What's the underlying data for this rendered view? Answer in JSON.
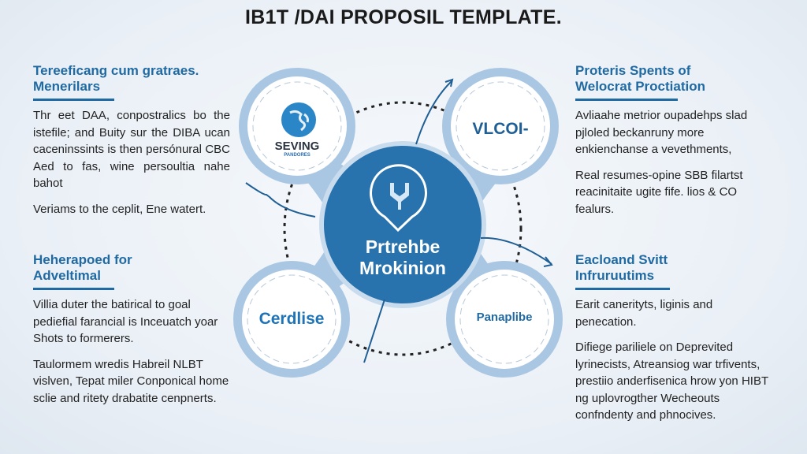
{
  "title": "IB1T /DAI PROPOSIL TEMPLATE.",
  "panels": [
    {
      "heading": [
        "Tereeficang cum gratraes.",
        "Menerilars"
      ],
      "paragraphs": [
        "Thr eet DAA, conpostralics bo the istefile; and Buity sur the DIBA ucan caceninssints is then persónural CBC Aed to fas, wine persoultia nahe bahot",
        "Veriams to the ceplit, Ene watert."
      ]
    },
    {
      "heading": [
        "Heherapoed for",
        "Adveltimal"
      ],
      "paragraphs": [
        "Villia duter the batirical to goal pediefial farancial is Inceuatch yoar Shots to formerers.",
        "Taulormem wredis Habreil NLBT vislven, Tepat miler Conponical home sclie and ritety drabatite cenpnerts."
      ]
    },
    {
      "heading": [
        "Proteris Spents of",
        "Welocrat Proctiation"
      ],
      "paragraphs": [
        "Avliaahe metrior oupadehps slad pjloled beckanruny more enkienchanse a vevethments,",
        "Real resumes-opine SBB filartst reacinitaite ugite fife. lios & CO fealurs."
      ]
    },
    {
      "heading": [
        "Eacloand Svitt",
        "Infruruutims"
      ],
      "paragraphs": [
        "Earit canerityts, liginis and penecation.",
        "Difiege pariliele on Deprevited lyrinecists, Atreansiog war trfivents, prestiio anderfisenica hrow yon HIBT ng uplovrogther Wecheouts confndenty and phnocives."
      ]
    }
  ],
  "diagram": {
    "center_label": [
      "Prtrehbe",
      "Mrokinion"
    ],
    "top_left": {
      "label": "SEVING",
      "sublabel": "PANDORES"
    },
    "top_right": "VLCOI-",
    "bottom_left": "Cerdlise",
    "bottom_right": "Panaplibe"
  },
  "colors": {
    "accent": "#1f6aa3",
    "center": "#2872ad",
    "ring": "#9fc0de",
    "text": "#222222"
  }
}
